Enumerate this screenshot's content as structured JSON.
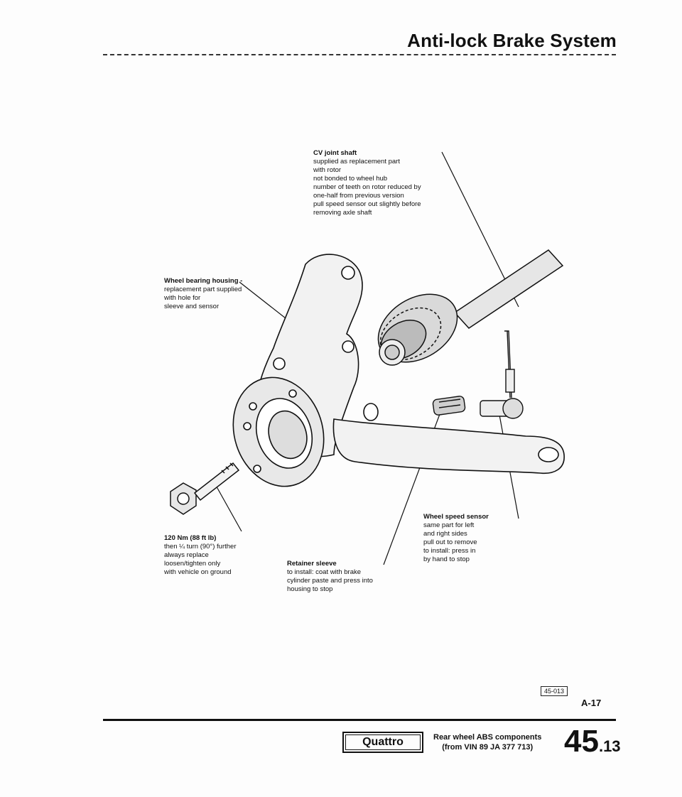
{
  "header": {
    "title": "Anti-lock Brake System"
  },
  "labels": {
    "cv_joint": {
      "title": "CV joint shaft",
      "lines": [
        "supplied as replacement part",
        "with rotor",
        "not bonded to wheel hub",
        "number of teeth on rotor reduced by",
        "one-half from previous version",
        "pull speed sensor out slightly before",
        "removing axle shaft"
      ]
    },
    "bearing_housing": {
      "title": "Wheel bearing housing -",
      "lines": [
        "replacement part supplied",
        "with hole for",
        "sleeve and sensor"
      ]
    },
    "bolt": {
      "title": "120 Nm (88 ft lb)",
      "lines": [
        "then ¼ turn (90°) further",
        "always replace",
        "loosen/tighten only",
        "with vehicle on ground"
      ]
    },
    "retainer": {
      "title": "Retainer sleeve",
      "lines": [
        "to install: coat with brake",
        "cylinder paste and press into",
        "housing to stop"
      ]
    },
    "sensor": {
      "title": "Wheel speed sensor",
      "lines": [
        "same part for left",
        "and right sides",
        "pull out to remove",
        "to install: press in",
        "by hand to stop"
      ]
    }
  },
  "figure_code": "45-013",
  "page_code": "A-17",
  "footer": {
    "model": "Quattro",
    "section_line1": "Rear wheel ABS components",
    "section_line2": "(from VIN 89 JA 377 713)",
    "page_main": "45",
    "page_sub": ".13"
  }
}
